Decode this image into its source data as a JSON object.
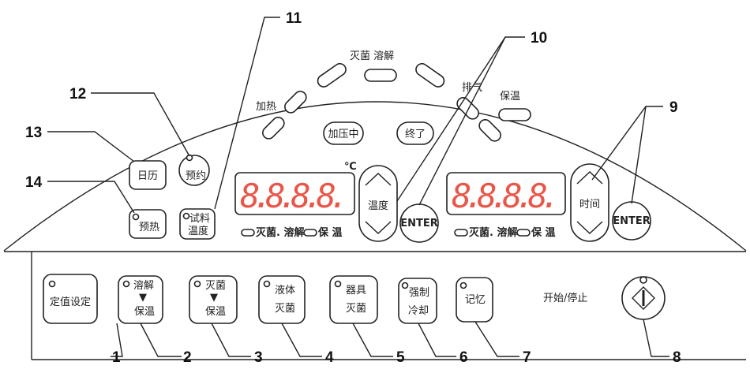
{
  "top_indicators": {
    "sterilize_dissolve": "灭菌  溶解",
    "heating": "加热",
    "exhaust": "排气",
    "keep_warm": "保温",
    "pressurizing": "加压中",
    "finished": "终了"
  },
  "left_buttons": {
    "calendar": "日历",
    "reservation": "预约",
    "preheat": "预热",
    "sample_temp_1": "试料",
    "sample_temp_2": "温度"
  },
  "temp_display": {
    "value": "8.8.8.8.",
    "unit": "℃",
    "ind1": "灭菌. 溶解",
    "ind2": "保 温"
  },
  "temp_key": {
    "label": "温度",
    "enter": "ENTER"
  },
  "time_display": {
    "value": "8.8.8.8.",
    "ind1": "灭菌. 溶解",
    "ind2": "保 温"
  },
  "time_key": {
    "label": "时间",
    "enter": "ENTER"
  },
  "bottom_buttons": [
    {
      "l1": "定值设定"
    },
    {
      "l1": "溶解",
      "arrow": "▼",
      "l2": "保温"
    },
    {
      "l1": "灭菌",
      "arrow": "▼",
      "l2": "保温"
    },
    {
      "l1": "液体",
      "l2": "灭菌"
    },
    {
      "l1": "器具",
      "l2": "灭菌"
    },
    {
      "l1": "强制",
      "l2": "冷却"
    },
    {
      "l1": "记忆"
    }
  ],
  "start_stop": "开始/停止",
  "callouts": [
    "1",
    "2",
    "3",
    "4",
    "5",
    "6",
    "7",
    "8",
    "9",
    "10",
    "11",
    "12",
    "13",
    "14"
  ]
}
